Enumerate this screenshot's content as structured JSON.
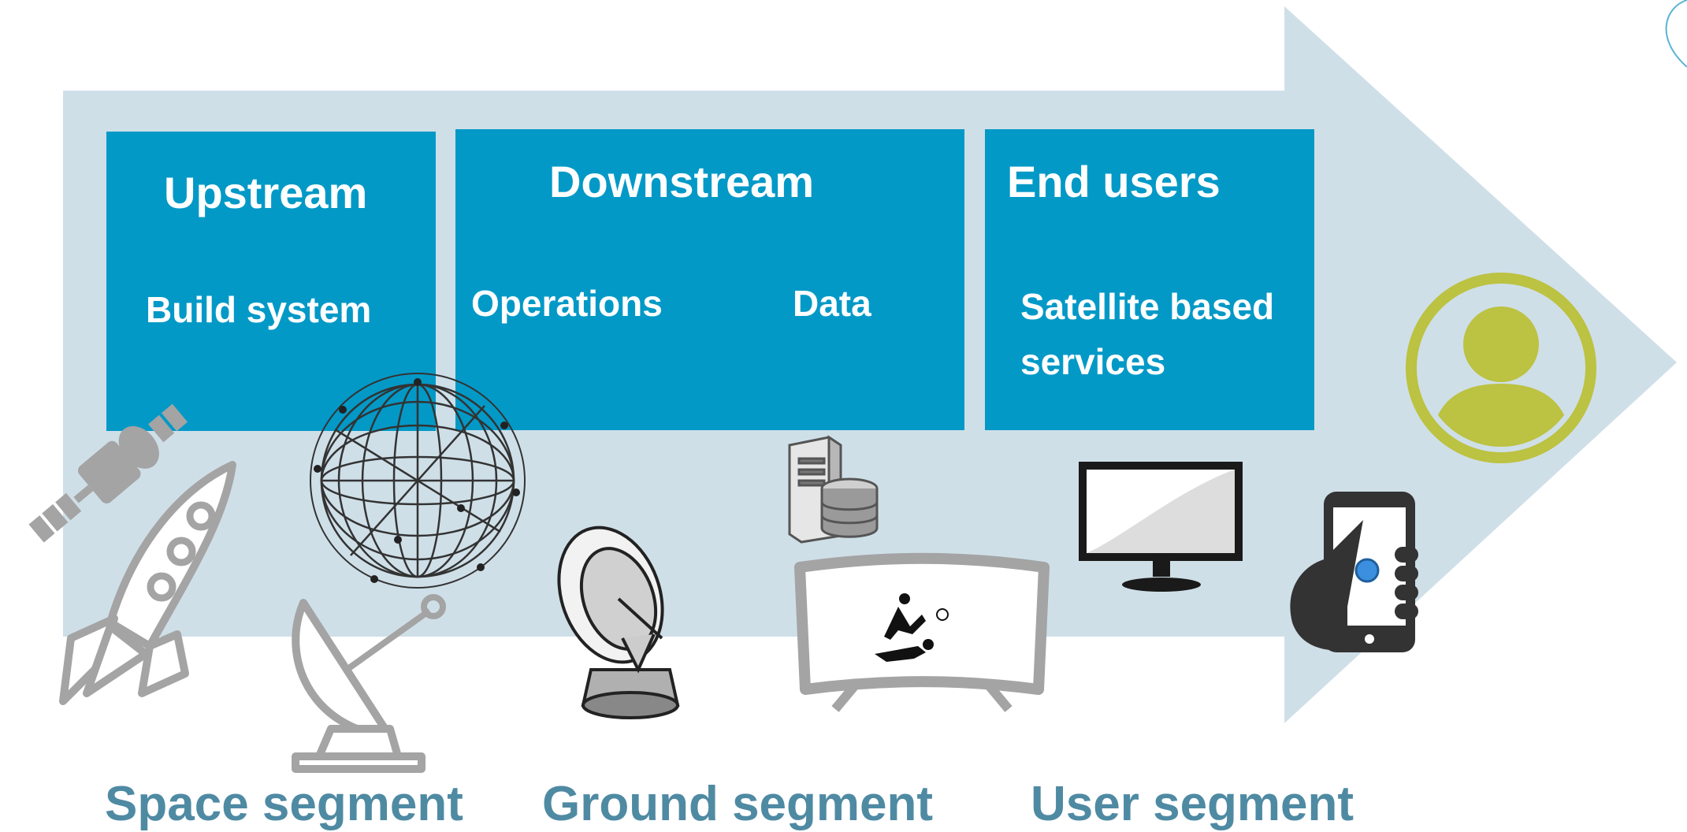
{
  "colors": {
    "arrow_fill": "#cfdfe8",
    "box_fill": "#0399c7",
    "box_text": "#ffffff",
    "segment_text": "#4f8aa3",
    "user_icon": "#bcc241",
    "icon_grey": "#a4a4a4",
    "icon_dark": "#333333",
    "touch_dot": "#3b8fde"
  },
  "boxes": {
    "upstream": {
      "title": "Upstream",
      "sub": "Build system"
    },
    "downstream": {
      "title": "Downstream",
      "sub_left": "Operations",
      "sub_right": "Data"
    },
    "end_users": {
      "title": "End users",
      "sub_line1": "Satellite based",
      "sub_line2": "services"
    }
  },
  "segments": {
    "space": "Space segment",
    "ground": "Ground segment",
    "user": "User segment"
  },
  "icons": [
    "satellite-icon",
    "rocket-icon",
    "globe-network-icon",
    "ground-dish-antenna-icon",
    "parabolic-antenna-icon",
    "server-database-icon",
    "curved-tv-icon",
    "desktop-monitor-icon",
    "smartphone-hand-icon",
    "user-avatar-icon"
  ]
}
